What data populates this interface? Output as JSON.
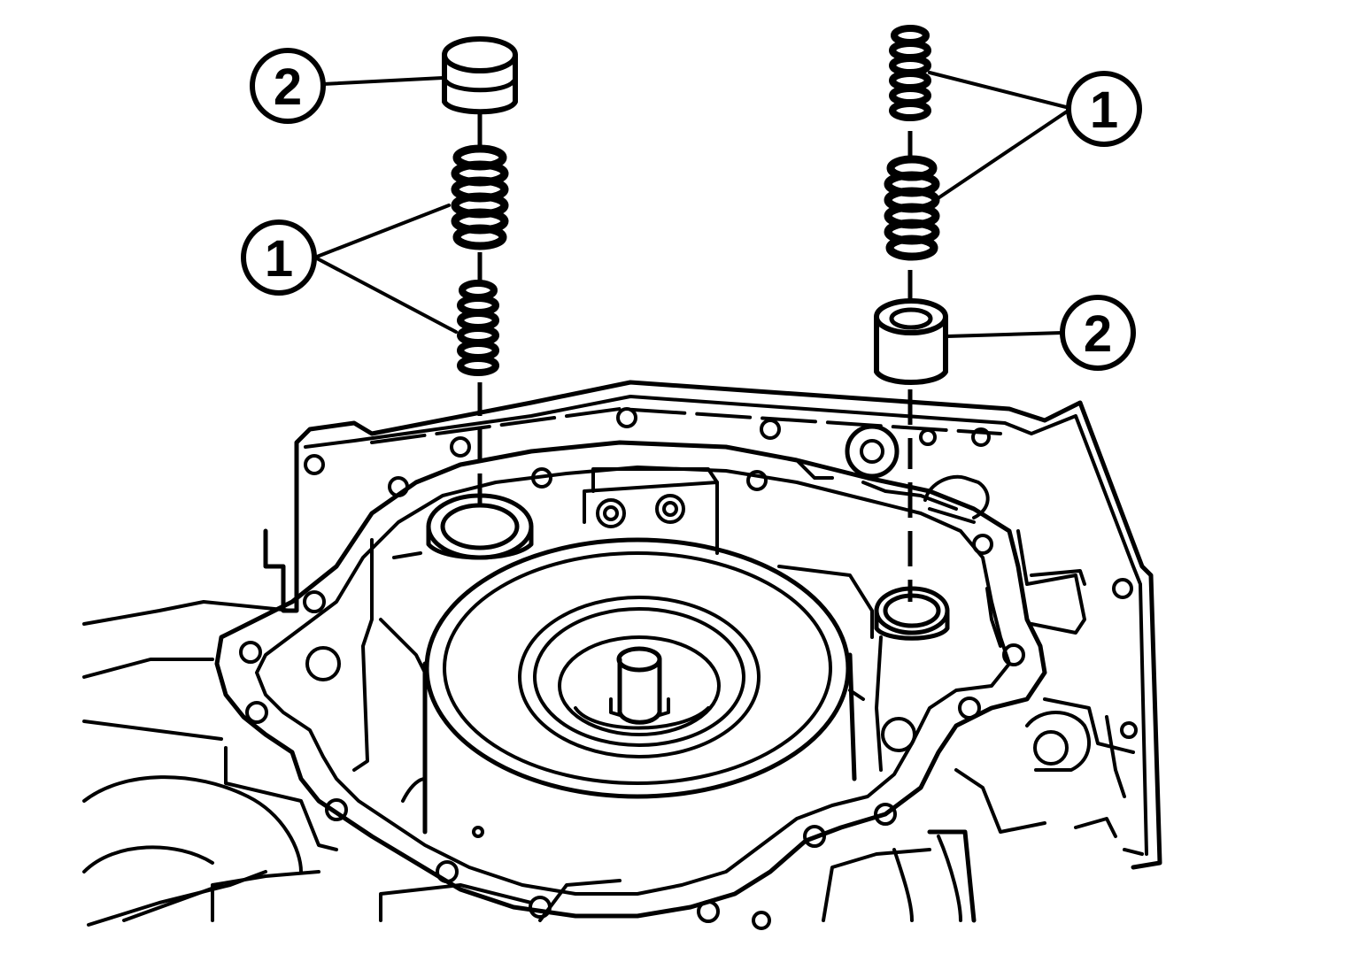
{
  "callouts": {
    "left_top": "2",
    "left_mid": "1",
    "right_top": "1",
    "right_mid": "2"
  },
  "colors": {
    "ink": "#000000",
    "paper": "#ffffff"
  }
}
